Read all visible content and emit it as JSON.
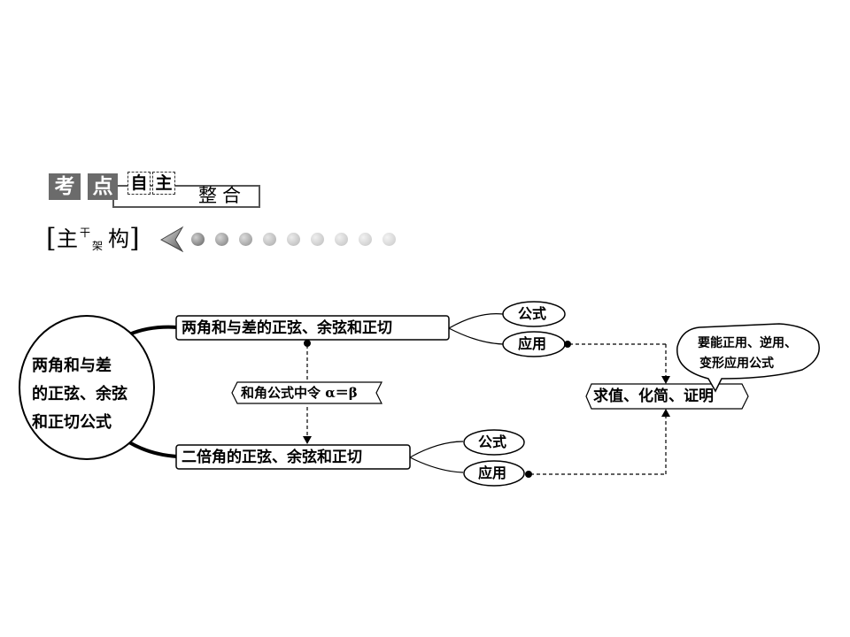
{
  "header": {
    "kao": "考",
    "dian": "点",
    "zi": "自",
    "zhu": "主",
    "zhenghe": "整合"
  },
  "subheader": {
    "left_bracket": "[",
    "zhu": "主",
    "gan": "干",
    "jia": "架",
    "gou": "构",
    "right_bracket": "]"
  },
  "diagram": {
    "center_lines": [
      "两角和与差",
      "的正弦、余弦",
      "和正切公式"
    ],
    "top_box": "两角和与差的正弦、余弦和正切",
    "bottom_box": "二倍角的正弦、余弦和正切",
    "middle_tag": "和角公式中令 α＝β",
    "top_oval_1": "公式",
    "top_oval_2": "应用",
    "bottom_oval_1": "公式",
    "bottom_oval_2": "应用",
    "result_box": "求值、化简、证明",
    "bubble_line_1": "要能正用、逆用、",
    "bubble_line_2": "变形应用公式"
  },
  "colors": {
    "dark_banner": "#6b6b6b",
    "line": "#000000"
  }
}
